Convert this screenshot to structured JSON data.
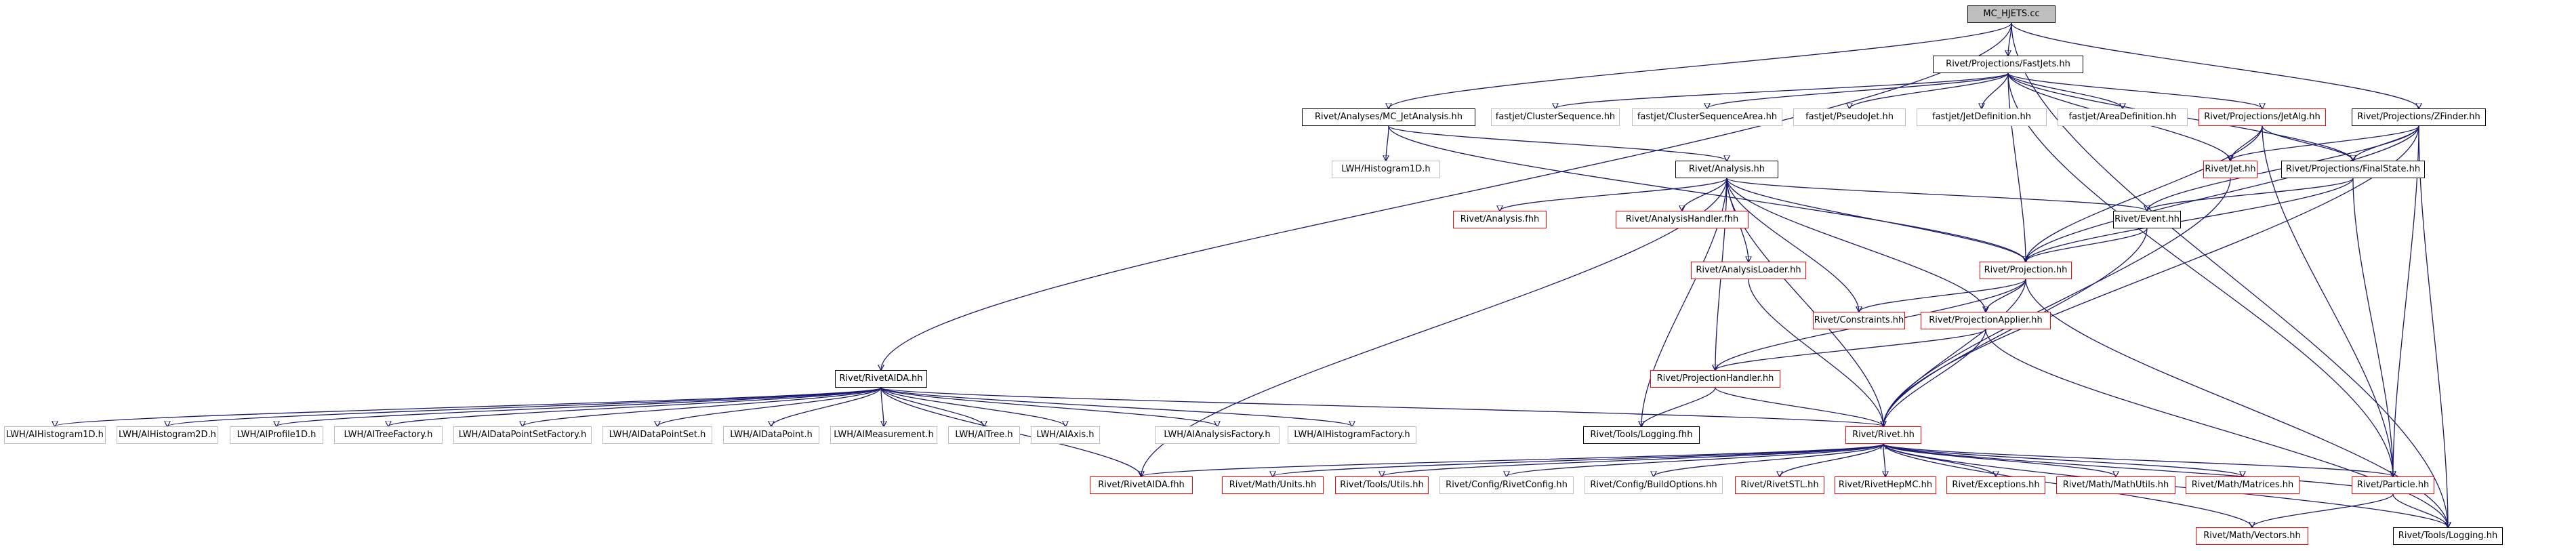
{
  "graph_title": "MC_HJETS.cc",
  "edge_color": "#191970",
  "node_styles": {
    "root_fill": "#bfbfbf",
    "documented_border": "#000000",
    "red_border": "#ff0000",
    "external_border": "#bfbfbf"
  },
  "nodes": {
    "root": "MC_HJETS.cc",
    "fastjets": "Rivet/Projections/FastJets.hh",
    "mcjet": "Rivet/Analyses/MC_JetAnalysis.hh",
    "zfinder": "Rivet/Projections/ZFinder.hh",
    "riveraida": "Rivet/RivetAIDA.hh",
    "cluster_seq": "fastjet/ClusterSequence.hh",
    "cluster_seq_area": "fastjet/ClusterSequenceArea.hh",
    "pseudojet": "fastjet/PseudoJet.hh",
    "jetdef": "fastjet/JetDefinition.hh",
    "areadef": "fastjet/AreaDefinition.hh",
    "jetalg": "Rivet/Projections/JetAlg.hh",
    "lwh_h1d": "LWH/Histogram1D.h",
    "analysis": "Rivet/Analysis.hh",
    "jet": "Rivet/Jet.hh",
    "finalstate": "Rivet/Projections/FinalState.hh",
    "analysis_fhh": "Rivet/Analysis.fhh",
    "analysishandler_fhh": "Rivet/AnalysisHandler.fhh",
    "event": "Rivet/Event.hh",
    "analysisloader": "Rivet/AnalysisLoader.hh",
    "projection": "Rivet/Projection.hh",
    "constraints": "Rivet/Constraints.hh",
    "projapplier": "Rivet/ProjectionApplier.hh",
    "projhandler": "Rivet/ProjectionHandler.hh",
    "tools_logging_fhh": "Rivet/Tools/Logging.fhh",
    "aihistogram1d": "LWH/AIHistogram1D.h",
    "aihistogram2d": "LWH/AIHistogram2D.h",
    "aiprofile1d": "LWH/AIProfile1D.h",
    "aitreefactory": "LWH/AITreeFactory.h",
    "aidpsfactory": "LWH/AIDataPointSetFactory.h",
    "aidps": "LWH/AIDataPointSet.h",
    "aidp": "LWH/AIDataPoint.h",
    "aimeasurement": "LWH/AIMeasurement.h",
    "aitree": "LWH/AITree.h",
    "aiaxis": "LWH/AIAxis.h",
    "aianalysisfactory": "LWH/AIAnalysisFactory.h",
    "aihistfactory": "LWH/AIHistogramFactory.h",
    "rivet": "Rivet/Rivet.hh",
    "rivetaida_fhh": "Rivet/RivetAIDA.fhh",
    "math_units": "Rivet/Math/Units.hh",
    "tools_utils": "Rivet/Tools/Utils.hh",
    "config_rivet": "Rivet/Config/RivetConfig.hh",
    "config_build": "Rivet/Config/BuildOptions.hh",
    "rivetstl": "Rivet/RivetSTL.hh",
    "rivethepmc": "Rivet/RivetHepMC.hh",
    "exceptions": "Rivet/Exceptions.hh",
    "math_mathutils": "Rivet/Math/MathUtils.hh",
    "math_matrices": "Rivet/Math/Matrices.hh",
    "particle": "Rivet/Particle.hh",
    "math_vectors": "Rivet/Math/Vectors.hh",
    "tools_logging": "Rivet/Tools/Logging.hh"
  }
}
